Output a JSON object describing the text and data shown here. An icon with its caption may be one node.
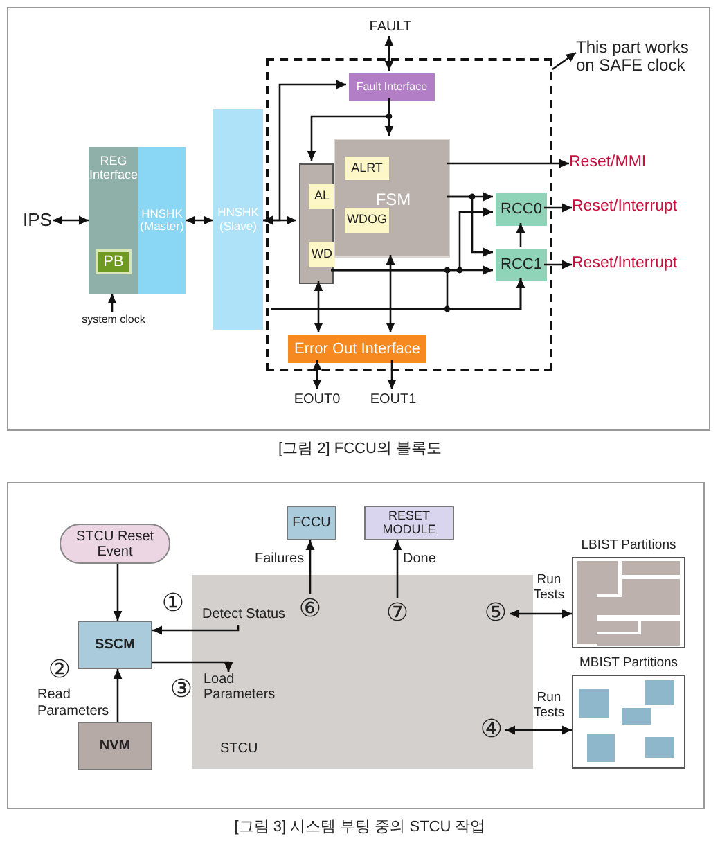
{
  "diagram": {
    "nodes": [
      {
        "text": [
          "IPS"
        ]
      },
      {
        "text": [
          "REG Interface"
        ]
      },
      {
        "text": [
          "PB"
        ],
        "in": 1
      },
      {
        "text": [
          "HNSHK (Master)"
        ]
      },
      {
        "text": [
          "system clock"
        ]
      },
      {
        "text": [
          "HNSHK (Slave)"
        ]
      },
      {
        "text": [],
        "shape": "box"
      },
      {
        "text": [
          "FAULT"
        ]
      },
      {
        "text": [
          "This part works on SAFE clock"
        ]
      },
      {
        "text": [
          "Fault Interface"
        ],
        "in": 6
      },
      {
        "text": [],
        "shape": "box",
        "in": 6
      },
      {
        "text": [
          "AL"
        ],
        "in": 10
      },
      {
        "text": [
          "WD"
        ],
        "in": 10
      },
      {
        "text": [
          "FSM"
        ],
        "in": 6
      },
      {
        "text": [
          "ALRT"
        ],
        "in": 13
      },
      {
        "text": [
          "WDOG"
        ],
        "in": 13
      },
      {
        "text": [
          "RCC0"
        ],
        "in": 6
      },
      {
        "text": [
          "RCC1"
        ],
        "in": 6
      },
      {
        "text": [
          "Reset/MMI"
        ]
      },
      {
        "text": [
          "Reset/Interrupt"
        ]
      },
      {
        "text": [
          "Reset/Interrupt"
        ]
      },
      {
        "text": [
          "Error Out Interface"
        ],
        "in": 6
      },
      {
        "text": [
          "EOUT0"
        ]
      },
      {
        "text": [
          "EOUT1"
        ]
      },
      {
        "text": [
          "STCU Reset Event"
        ]
      },
      {
        "text": [
          "SSCM"
        ]
      },
      {
        "text": [
          "NVM"
        ]
      },
      {
        "text": [
          "STCU"
        ]
      },
      {
        "text": [
          "FCCU"
        ]
      },
      {
        "text": [
          "RESET MODULE"
        ]
      },
      {
        "text": [
          "⑥"
        ],
        "in": 27
      },
      {
        "text": [
          "⑦"
        ],
        "in": 27
      },
      {
        "text": [
          "⑤"
        ],
        "in": 27
      },
      {
        "text": [
          "④"
        ],
        "in": 27
      },
      {
        "text": [
          "LBIST Partitions"
        ]
      },
      {
        "text": [
          "MBIST Partitions"
        ]
      },
      {
        "text": [
          "Detect Status"
        ],
        "in": 27
      },
      {
        "text": [
          "Load Parameters"
        ],
        "in": 27
      }
    ],
    "edges": [
      {
        "from": 0,
        "to": 1,
        "arrow": "both"
      },
      {
        "from": 3,
        "to": 5,
        "arrow": "both"
      },
      {
        "from": 4,
        "to": 1,
        "arrow": "to"
      },
      {
        "from": 7,
        "to": 9,
        "arrow": "both"
      },
      {
        "from": 5,
        "to": 10,
        "arrow": "both"
      },
      {
        "from": 5,
        "to": 9,
        "arrow": "to"
      },
      {
        "from": 9,
        "to": 13,
        "arrow": "to"
      },
      {
        "from": 9,
        "to": 10,
        "arrow": "to"
      },
      {
        "from": 13,
        "to": 18,
        "arrow": "to"
      },
      {
        "from": 13,
        "to": 16,
        "arrow": "to"
      },
      {
        "from": 13,
        "to": 17,
        "arrow": "to"
      },
      {
        "from": 10,
        "to": 17,
        "arrow": "to"
      },
      {
        "from": 10,
        "to": 16,
        "arrow": "to"
      },
      {
        "from": null,
        "to": 17,
        "arrow": "to"
      },
      {
        "from": 17,
        "to": 16,
        "arrow": "to"
      },
      {
        "from": 16,
        "to": 19,
        "arrow": "to"
      },
      {
        "from": 17,
        "to": 20,
        "arrow": "to"
      },
      {
        "from": 10,
        "to": 21,
        "arrow": "both"
      },
      {
        "from": 13,
        "to": 21,
        "arrow": "both"
      },
      {
        "from": 21,
        "to": 22,
        "arrow": "both"
      },
      {
        "from": 21,
        "to": 23,
        "arrow": "to"
      },
      {
        "from": 6,
        "to": 8,
        "arrow": "to"
      },
      {
        "from": 24,
        "to": 25,
        "arrow": "to"
      },
      {
        "from": 26,
        "to": 25,
        "arrow": "to"
      },
      {
        "from": 36,
        "to": 25,
        "arrow": "to"
      },
      {
        "from": 25,
        "to": 37,
        "arrow": "to"
      },
      {
        "from": 30,
        "to": 28,
        "arrow": "to"
      },
      {
        "from": 31,
        "to": 29,
        "arrow": "to"
      },
      {
        "from": 32,
        "to": 34,
        "arrow": "both"
      },
      {
        "from": 33,
        "to": 35,
        "arrow": "both"
      },
      {
        "from": 10,
        "to": 17,
        "arrow": "to"
      }
    ],
    "labels": [
      "[그림 2] FCCU의 블록도",
      "Failures",
      "Done",
      "Run Tests",
      "①",
      "②",
      "Read Parameters",
      "③",
      "Run Tests",
      "[그림 3] 시스템 부팅 중의 STCU 작업"
    ]
  }
}
